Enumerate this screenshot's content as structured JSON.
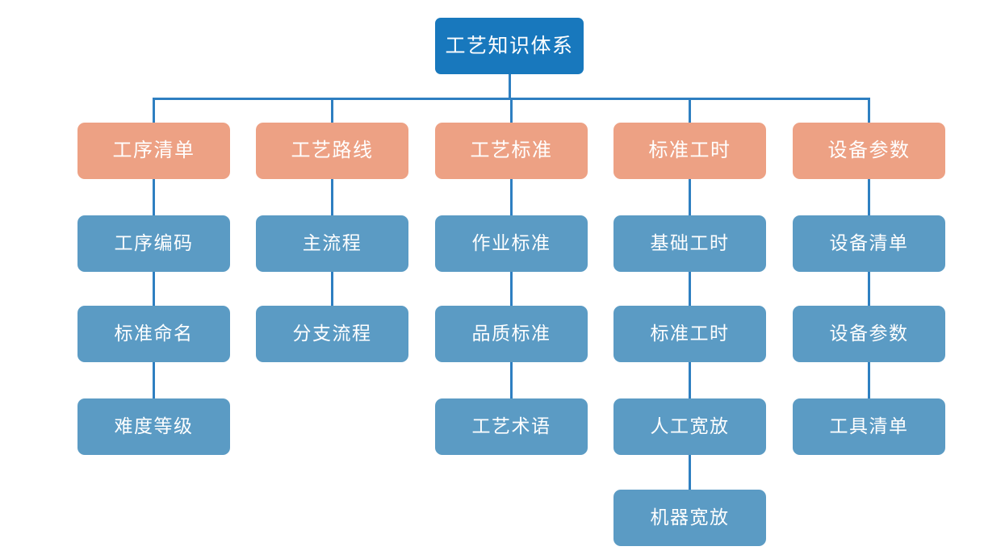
{
  "diagram": {
    "title": "工艺知识体系",
    "type": "organization-tree",
    "colors": {
      "root": "#1878bd",
      "level2": "#eda184",
      "level3": "#5b9bc4",
      "connector": "#2e7fc1",
      "background": "#ffffff",
      "text": "#ffffff"
    },
    "root": {
      "label": "工艺知识体系"
    },
    "branches": [
      {
        "label": "工序清单",
        "children": [
          {
            "label": "工序编码"
          },
          {
            "label": "标准命名"
          },
          {
            "label": "难度等级"
          }
        ]
      },
      {
        "label": "工艺路线",
        "children": [
          {
            "label": "主流程"
          },
          {
            "label": "分支流程"
          }
        ]
      },
      {
        "label": "工艺标准",
        "children": [
          {
            "label": "作业标准"
          },
          {
            "label": "品质标准"
          },
          {
            "label": "工艺术语"
          }
        ]
      },
      {
        "label": "标准工时",
        "children": [
          {
            "label": "基础工时"
          },
          {
            "label": "标准工时"
          },
          {
            "label": "人工宽放"
          },
          {
            "label": "机器宽放"
          }
        ]
      },
      {
        "label": "设备参数",
        "children": [
          {
            "label": "设备清单"
          },
          {
            "label": "设备参数"
          },
          {
            "label": "工具清单"
          }
        ]
      }
    ]
  }
}
